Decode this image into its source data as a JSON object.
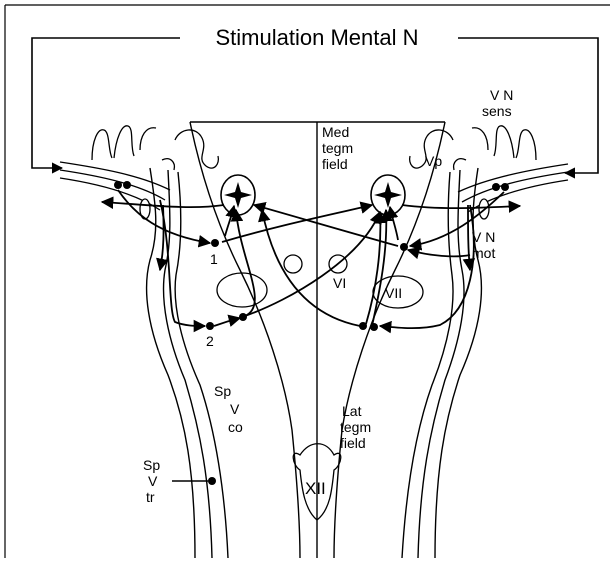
{
  "title": "Stimulation Mental N",
  "labels": {
    "vn_sens_1": "V N",
    "vn_sens_2": "sens",
    "vp": "Vp",
    "med_1": "Med",
    "med_2": "tegm",
    "med_3": "field",
    "vn_mot_1": "V N",
    "vn_mot_2": "mot",
    "vi": "VI",
    "vii": "VII",
    "num_1": "1",
    "num_2": "2",
    "spvco_1": "Sp",
    "spvco_2": "V",
    "spvco_3": "co",
    "lat_1": "Lat",
    "lat_2": "tegm",
    "lat_3": "field",
    "xii": "XII",
    "spvtr_1": "Sp",
    "spvtr_2": "V",
    "spvtr_3": "tr"
  }
}
